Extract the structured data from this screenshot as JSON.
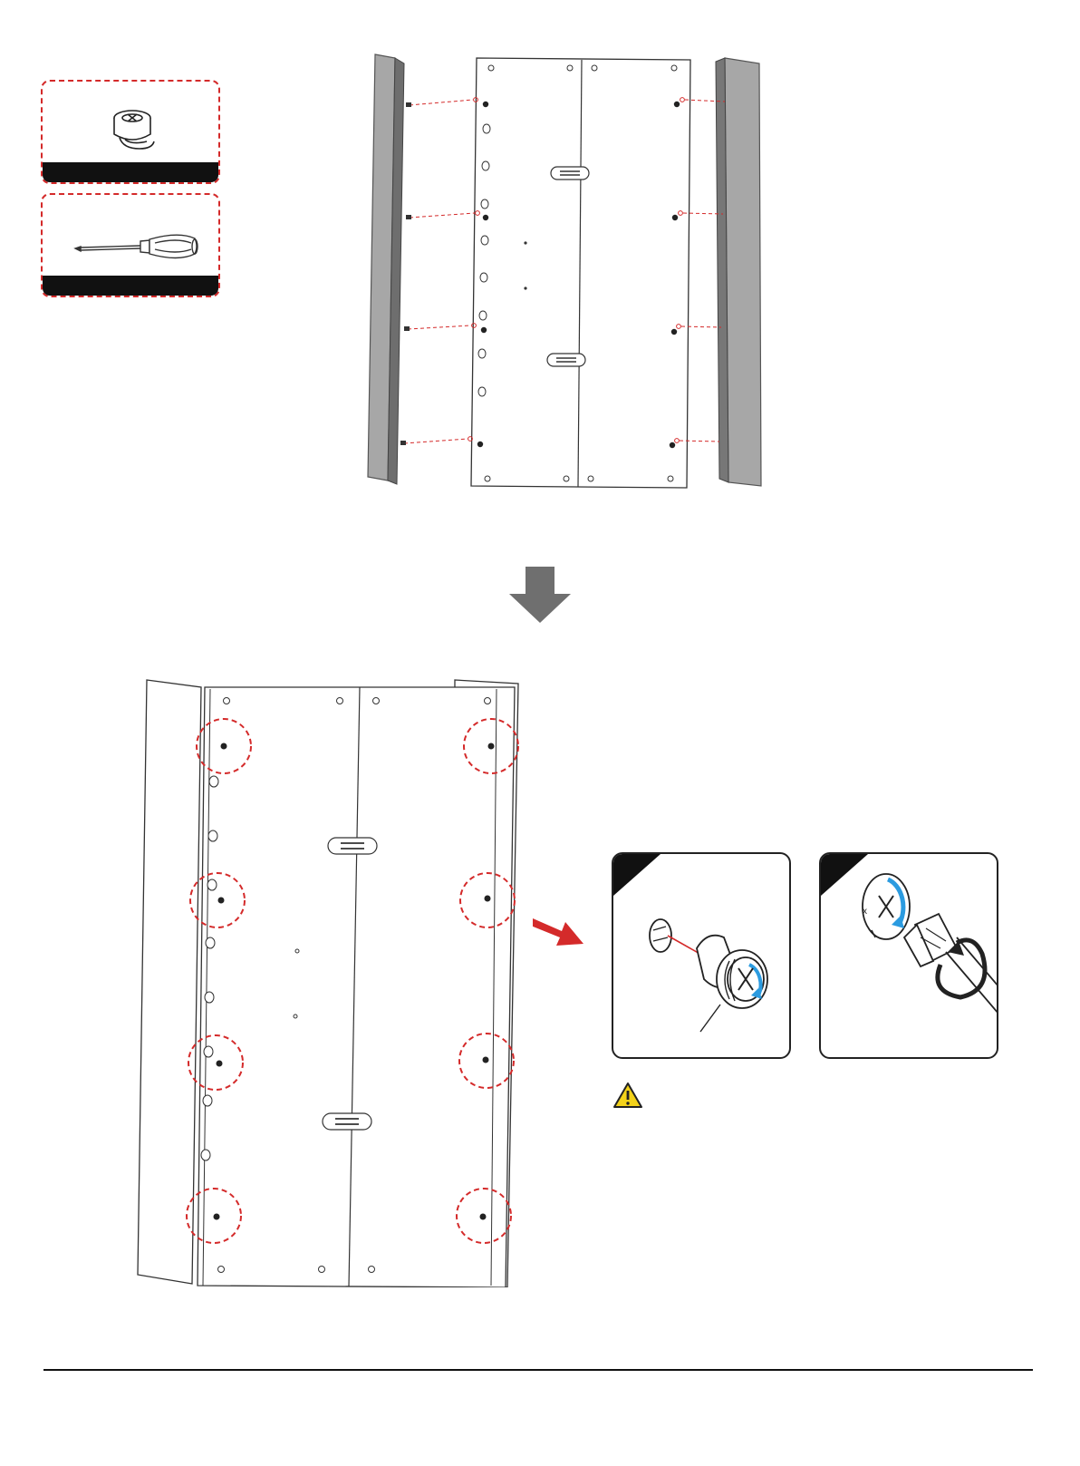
{
  "page": {
    "background": "#ffffff"
  },
  "colors": {
    "accent_red": "#d42a2a",
    "panel_gray": "#a7a7a7",
    "arrow_gray": "#6f6f6f",
    "blue": "#2b9be0",
    "warning_yellow": "#f3d21a"
  },
  "parts": [
    {
      "icon": "cam-lock-icon"
    },
    {
      "icon": "screwdriver-icon"
    }
  ],
  "steps": [
    {
      "icon": "cam-lock-insert-icon"
    },
    {
      "icon": "screwdriver-turn-icon"
    }
  ],
  "warning": {
    "icon": "warning-icon"
  },
  "diagram": {
    "top": "exploded-cabinet-back-panel",
    "bottom": "assembled-cabinet-back-panel",
    "highlight_count": 8
  }
}
